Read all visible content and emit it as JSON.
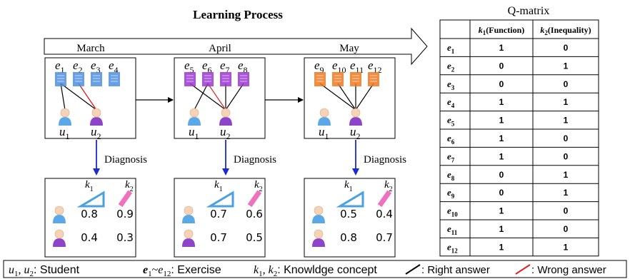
{
  "title": "Learning Process",
  "months": [
    "March",
    "April",
    "May"
  ],
  "diagnosis_label": "Diagnosis",
  "panels": [
    {
      "exercises": [
        "1",
        "2",
        "3",
        "4"
      ],
      "exercise_color": "#4f8fe0",
      "students": [
        "1",
        "2"
      ],
      "scores": {
        "u1": [
          "0.8",
          "0.9"
        ],
        "u2": [
          "0.4",
          "0.3"
        ]
      }
    },
    {
      "exercises": [
        "5",
        "6",
        "7",
        "8"
      ],
      "exercise_color": "#9b36d0",
      "students": [
        "1",
        "2"
      ],
      "scores": {
        "u1": [
          "0.7",
          "0.6"
        ],
        "u2": [
          "0.7",
          "0.5"
        ]
      }
    },
    {
      "exercises": [
        "9",
        "10",
        "11",
        "12"
      ],
      "exercise_color": "#f07820",
      "students": [
        "1",
        "2"
      ],
      "scores": {
        "u1": [
          "0.5",
          "0.4"
        ],
        "u2": [
          "0.8",
          "0.7"
        ]
      }
    }
  ],
  "concepts": [
    "1",
    "2"
  ],
  "qmatrix": {
    "title": "Q-matrix",
    "col_k1": "(Function)",
    "col_k2": "(Inequality)",
    "rows": [
      {
        "e": "1",
        "k1": "1",
        "k2": "0"
      },
      {
        "e": "2",
        "k1": "0",
        "k2": "1"
      },
      {
        "e": "3",
        "k1": "0",
        "k2": "0"
      },
      {
        "e": "4",
        "k1": "1",
        "k2": "1"
      },
      {
        "e": "5",
        "k1": "1",
        "k2": "1"
      },
      {
        "e": "6",
        "k1": "1",
        "k2": "0"
      },
      {
        "e": "7",
        "k1": "1",
        "k2": "0"
      },
      {
        "e": "8",
        "k1": "0",
        "k2": "1"
      },
      {
        "e": "9",
        "k1": "0",
        "k2": "1"
      },
      {
        "e": "10",
        "k1": "1",
        "k2": "0"
      },
      {
        "e": "11",
        "k1": "1",
        "k2": "0"
      },
      {
        "e": "12",
        "k1": "1",
        "k2": "1"
      }
    ]
  },
  "legend": {
    "students": ": Student",
    "exercises": ": Exercise",
    "concepts": ": Knowldge concept",
    "right": ": Right answer",
    "wrong": ": Wrong answer"
  },
  "colors": {
    "right": "#000000",
    "wrong": "#e02020",
    "diagnosis_arrow": "#1a2ad0",
    "student_u1": "#5aa8e8",
    "student_u2": "#8e44c8",
    "ruler_k1": "#4aa0e0",
    "ruler_k2": "#f070c0"
  },
  "responses": [
    [
      [
        "right",
        "right"
      ],
      [
        "wrong",
        "wrong"
      ]
    ],
    [
      [
        "right"
      ],
      [
        "wrong",
        "right"
      ],
      [
        "right"
      ],
      [
        "right"
      ]
    ],
    [
      [
        "right"
      ],
      [
        "right"
      ],
      [
        "right"
      ],
      [
        "right"
      ]
    ]
  ]
}
